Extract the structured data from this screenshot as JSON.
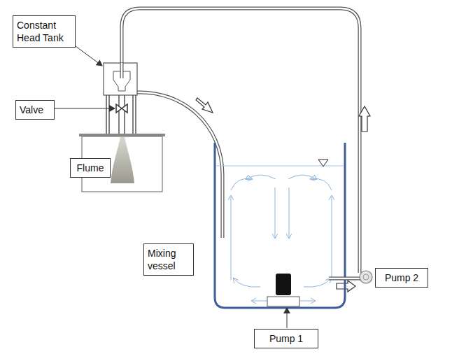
{
  "diagram": {
    "nodes": [
      {
        "text": [
          "Constant Head Tank"
        ]
      },
      {
        "text": [
          "Valve"
        ]
      },
      {
        "text": [
          "Flume"
        ]
      },
      {
        "text": [
          "Mixing vessel"
        ]
      },
      {
        "text": [
          "Pump 1"
        ]
      },
      {
        "text": [
          "Pump 2"
        ]
      }
    ]
  }
}
